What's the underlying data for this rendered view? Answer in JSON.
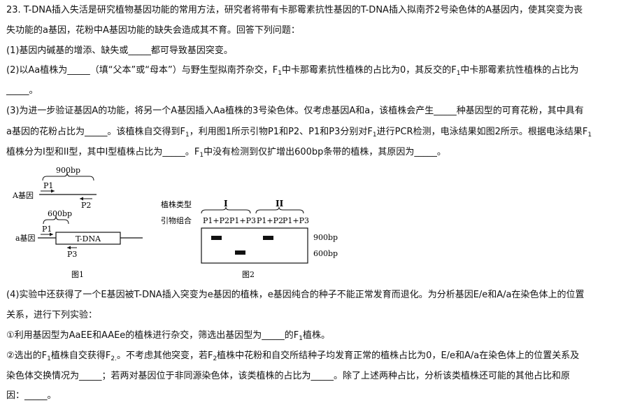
{
  "question": {
    "l1": "23. T-DNA插入失活是研究植物基因功能的常用方法，研究者将带有卡那霉素抗性基因的T-DNA插入拟南芥2号染色体的A基因内，使其突变为丧",
    "l2": "失功能的a基因，花粉中A基因功能的缺失会造成其不育。回答下列问题：",
    "l3": "(1)基因内碱基的增添、缺失或_____都可导致基因突变。",
    "l4a": "(2)以Aa植株为_____（填“父本”或“母本”）与野生型拟南芥杂交，F",
    "l4b": "中卡那霉素抗性植株的占比为0，其反交的F",
    "l4c": "中卡那霉素抗性植株的占比为",
    "l5": "_____。",
    "l6": "(3)为进一步验证基因A的功能，将另一个A基因插入Aa植株的3号染色体。仅考虑基因A和a，该植株会产生_____种基因型的可育花粉，其中具有",
    "l7a": "a基因的花粉占比为_____。该植株自交得到F",
    "l7b": "，利用图1所示引物P1和P2、P1和P3分别对F",
    "l7c": "进行PCR检测，电泳结果如图2所示。根据电泳结果F",
    "l8a": "植株分为I型和II型，其中I型植株占比为_____。F",
    "l8b": "中没有检测到仅扩增出600bp条带的植株，其原因为_____。",
    "l9": "(4)实验中还获得了一个E基因被T-DNA插入突变为e基因的植株，e基因纯合的种子不能正常发育而退化。为分析基因E/e和A/a在染色体上的位置",
    "l10": "关系，进行下列实验：",
    "l11a": "①利用基因型为AaEE和AAEe的植株进行杂交，筛选出基因型为_____的F",
    "l11b": "植株。",
    "l12a": "②选出的F",
    "l12b": "植株自交获得F",
    "l12c": "。不考虑其他突变，若F",
    "l12d": "植株中花粉和自交所结种子均发育正常的植株占比为0，E/e和A/a在染色体上的位置关系及",
    "l13": "染色体交换情况为_____；若两对基因位于非同源染色体，该类植株的占比为_____。除了上述两种占比，分析该类植株还可能的其他占比和原",
    "l14": "因：_____。",
    "sub1": "1",
    "sub2": "2",
    "sub2dot": "2."
  },
  "figure1": {
    "bp_top": "900bp",
    "p1_top": "P1",
    "gene_A": "A基因",
    "p2": "P2",
    "bp_bottom": "600bp",
    "p1_bottom": "P1",
    "gene_a": "a基因",
    "tdna": "T-DNA",
    "p3": "P3",
    "caption": "图1"
  },
  "figure2": {
    "type_label": "植株类型",
    "primer_label": "引物组合",
    "type_I": "I",
    "type_II": "II",
    "primers": [
      "P1+P2",
      "P1+P3",
      "P1+P2",
      "P1+P3"
    ],
    "bp_900": "900bp",
    "bp_600": "600bp",
    "caption": "图2"
  }
}
